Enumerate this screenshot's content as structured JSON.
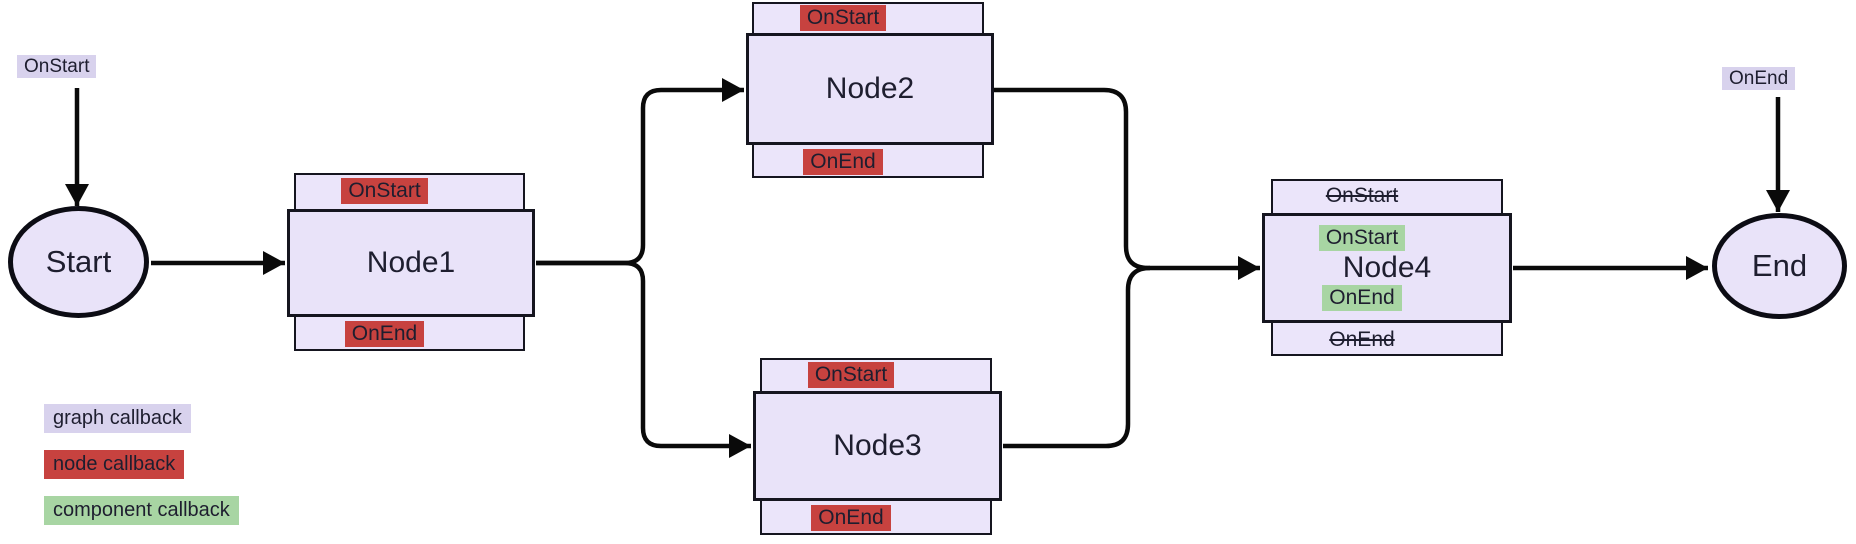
{
  "diagram": {
    "terminals": {
      "start": {
        "label": "Start",
        "graph_callback": "OnStart"
      },
      "end": {
        "label": "End",
        "graph_callback": "OnEnd"
      }
    },
    "nodes": [
      {
        "title": "Node1",
        "on_start": "OnStart",
        "on_end": "OnEnd",
        "on_start_type": "node",
        "on_end_type": "node"
      },
      {
        "title": "Node2",
        "on_start": "OnStart",
        "on_end": "OnEnd",
        "on_start_type": "node",
        "on_end_type": "node"
      },
      {
        "title": "Node3",
        "on_start": "OnStart",
        "on_end": "OnEnd",
        "on_start_type": "node",
        "on_end_type": "node"
      },
      {
        "title": "Node4",
        "overridden_on_start": "OnStart",
        "overridden_on_end": "OnEnd",
        "component_on_start": "OnStart",
        "component_on_end": "OnEnd"
      }
    ],
    "legend": [
      {
        "label": "graph callback",
        "type": "graph"
      },
      {
        "label": "node callback",
        "type": "node"
      },
      {
        "label": "component callback",
        "type": "component"
      }
    ],
    "colors": {
      "graph_callback": "#d8d2ed",
      "node_callback": "#c7423f",
      "component_callback": "#a8d5a3",
      "node_fill": "#e9e3f9",
      "edge": "#0a0a0a"
    }
  }
}
